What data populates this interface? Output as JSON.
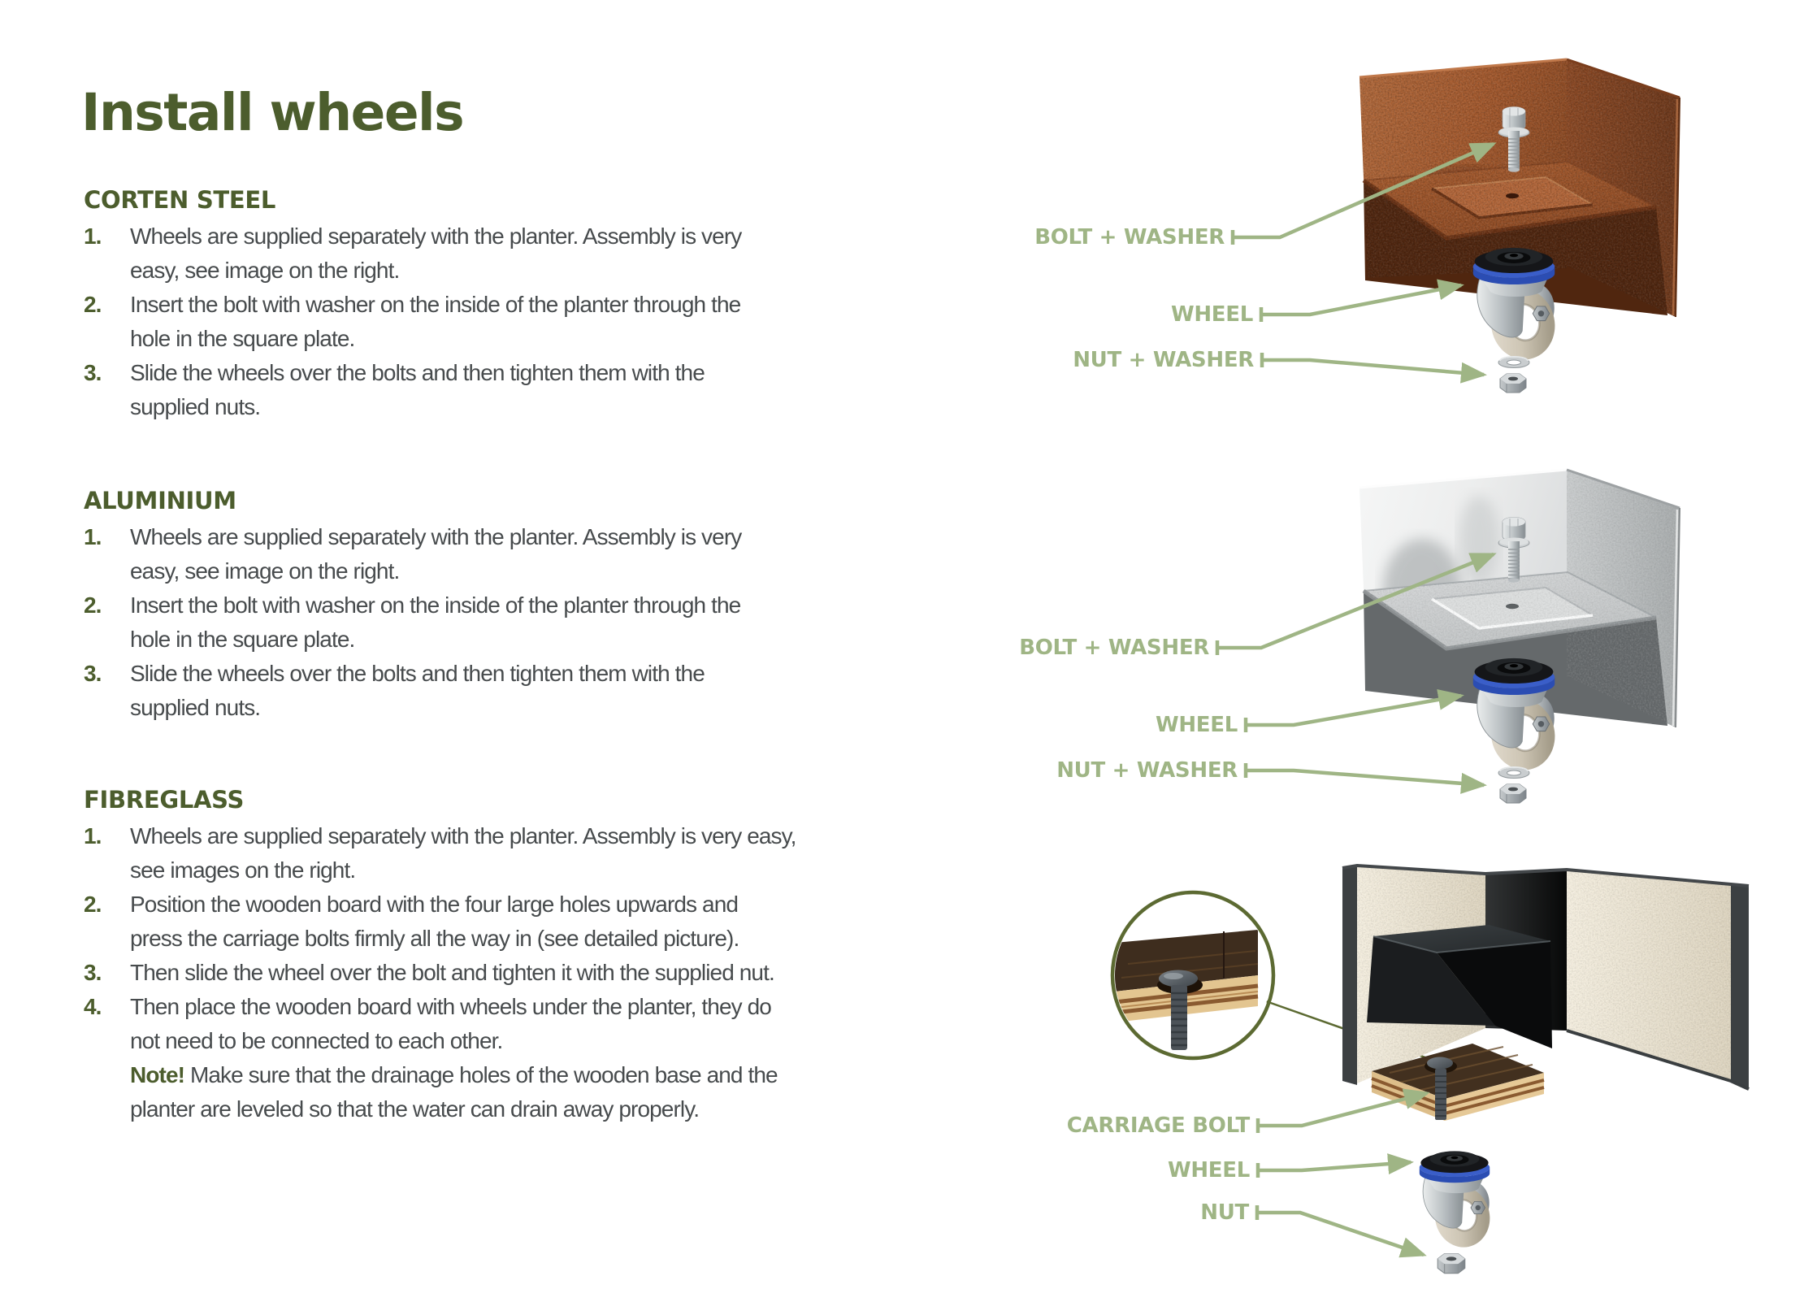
{
  "page": {
    "title": "Install wheels"
  },
  "colors": {
    "heading_green": "#4c5d2d",
    "label_green": "#9fb585",
    "body_text": "#474b4d",
    "wheel_ring_blue": "#2e52b8",
    "corten_rust": "#a3582c",
    "aluminium_grey": "#cdd0d1",
    "background": "#ffffff"
  },
  "sections": [
    {
      "heading": "CORTEN STEEL",
      "items": [
        {
          "num": "1.",
          "text": "Wheels are supplied separately with the planter. Assembly is very\neasy, see image on the right."
        },
        {
          "num": "2.",
          "text": "Insert the bolt with washer on the inside of the planter through the\nhole in the square plate."
        },
        {
          "num": "3.",
          "text": "Slide the wheels over the bolts and then tighten them with the\nsupplied nuts."
        }
      ]
    },
    {
      "heading": "ALUMINIUM",
      "items": [
        {
          "num": "1.",
          "text": "Wheels are supplied separately with the planter. Assembly is very\neasy, see image on the right."
        },
        {
          "num": "2.",
          "text": "Insert the bolt with washer on the inside of the planter through the\nhole in the square plate."
        },
        {
          "num": "3.",
          "text": "Slide the wheels over the bolts and then tighten them with the\nsupplied nuts."
        }
      ]
    },
    {
      "heading": "FIBREGLASS",
      "items": [
        {
          "num": "1.",
          "text": "Wheels are supplied separately with the planter. Assembly is very easy,\nsee images on the right."
        },
        {
          "num": "2.",
          "text": "Position the wooden board with the four large holes upwards and\npress the carriage bolts firmly all the way in (see detailed picture)."
        },
        {
          "num": "3.",
          "text": "Then slide the wheel over the bolt and tighten it with the supplied nut."
        },
        {
          "num": "4.",
          "text": "Then place the wooden board with wheels under the planter, they do\nnot need to be connected to each other.",
          "note_label": "Note!",
          "note_text": "Make sure that the drainage holes of the wooden base and the\nplanter are leveled so that the water can drain away properly."
        }
      ]
    }
  ],
  "diagrams": [
    {
      "id": "corten-steel",
      "labels": [
        {
          "text": "BOLT + WASHER"
        },
        {
          "text": "WHEEL"
        },
        {
          "text": "NUT + WASHER"
        }
      ]
    },
    {
      "id": "aluminium",
      "labels": [
        {
          "text": "BOLT + WASHER"
        },
        {
          "text": "WHEEL"
        },
        {
          "text": "NUT + WASHER"
        }
      ]
    },
    {
      "id": "fibreglass",
      "labels": [
        {
          "text": "CARRIAGE BOLT"
        },
        {
          "text": "WHEEL"
        },
        {
          "text": "NUT"
        }
      ]
    }
  ]
}
